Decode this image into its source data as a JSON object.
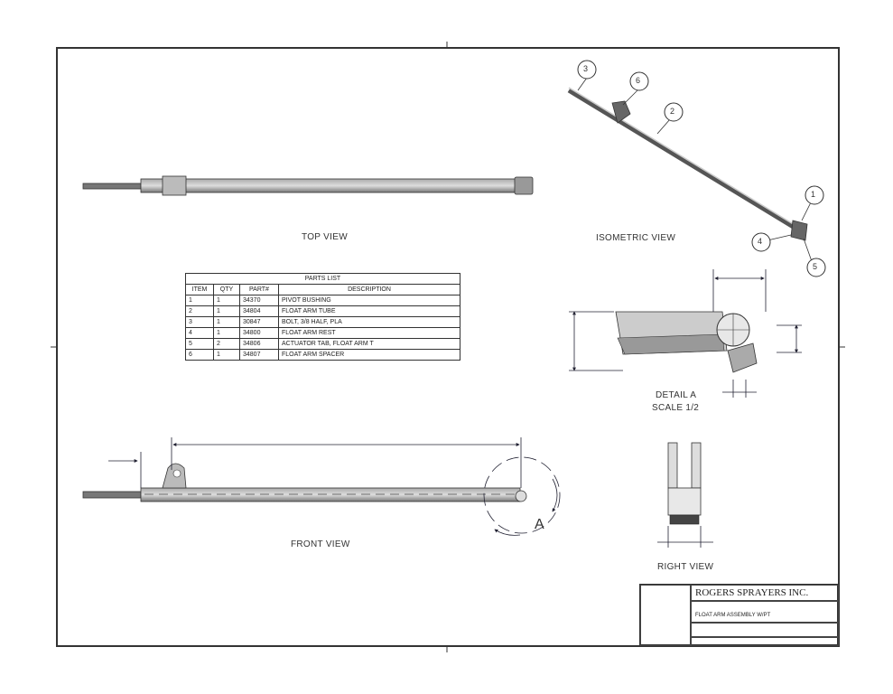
{
  "views": {
    "top": "TOP VIEW",
    "isometric": "ISOMETRIC VIEW",
    "front": "FRONT VIEW",
    "right": "RIGHT VIEW",
    "detail_title": "DETAIL A",
    "detail_scale": "SCALE 1/2",
    "detail_marker": "A"
  },
  "balloons": [
    "3",
    "6",
    "2",
    "1",
    "4",
    "5"
  ],
  "parts_list": {
    "title": "PARTS LIST",
    "headers": [
      "ITEM",
      "QTY",
      "PART#",
      "DESCRIPTION"
    ],
    "rows": [
      [
        "1",
        "1",
        "34370",
        "PIVOT BUSHING"
      ],
      [
        "2",
        "1",
        "34804",
        "FLOAT ARM TUBE"
      ],
      [
        "3",
        "1",
        "30847",
        "BOLT, 3/8 HALF, PLA"
      ],
      [
        "4",
        "1",
        "34800",
        "FLOAT ARM REST"
      ],
      [
        "5",
        "2",
        "34806",
        "ACTUATOR TAB, FLOAT ARM T"
      ],
      [
        "6",
        "1",
        "34807",
        "FLOAT ARM SPACER"
      ]
    ]
  },
  "title_block": {
    "company": "ROGERS SPRAYERS INC.",
    "drawing_title": "FLOAT ARM ASSEMBLY W/PT"
  }
}
